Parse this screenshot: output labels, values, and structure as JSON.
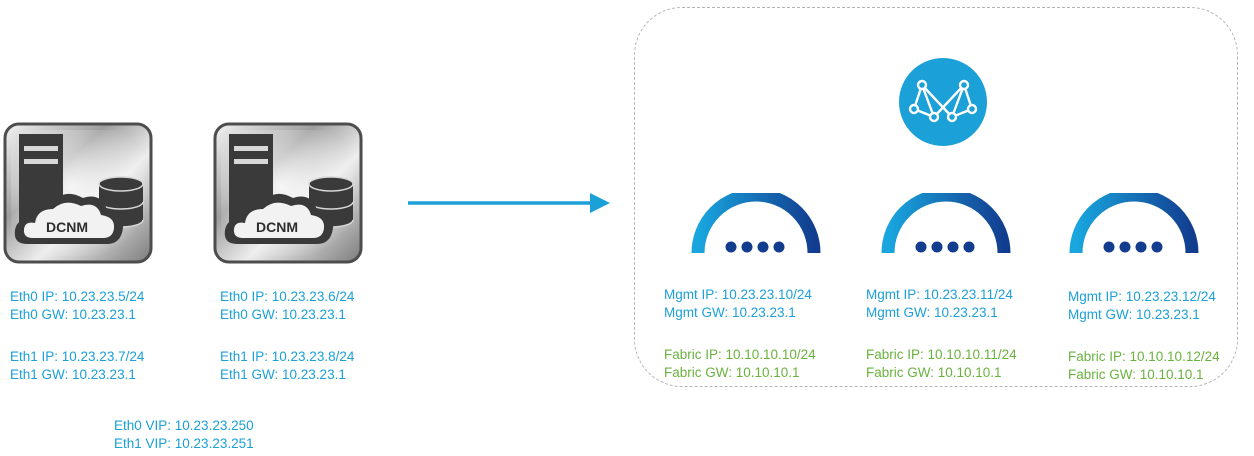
{
  "colors": {
    "accent_blue": "#1ba0d7",
    "fabric_green": "#6ab23e",
    "node_dark": "#123d8f"
  },
  "servers": [
    {
      "label": "DCNM",
      "eth0_ip": "Eth0 IP: 10.23.23.5/24",
      "eth0_gw": "Eth0 GW: 10.23.23.1",
      "eth1_ip": "Eth1 IP: 10.23.23.7/24",
      "eth1_gw": "Eth1 GW: 10.23.23.1"
    },
    {
      "label": "DCNM",
      "eth0_ip": "Eth0 IP: 10.23.23.6/24",
      "eth0_gw": "Eth0 GW: 10.23.23.1",
      "eth1_ip": "Eth1 IP: 10.23.23.8/24",
      "eth1_gw": "Eth1 GW: 10.23.23.1"
    }
  ],
  "vip": {
    "eth0": "Eth0 VIP: 10.23.23.250",
    "eth1": "Eth1 VIP: 10.23.23.251"
  },
  "cluster": {
    "icon": "network-mesh-icon",
    "nodes": [
      {
        "mgmt_ip": "Mgmt IP: 10.23.23.10/24",
        "mgmt_gw": "Mgmt GW: 10.23.23.1",
        "fabric_ip": "Fabric IP: 10.10.10.10/24",
        "fabric_gw": "Fabric GW: 10.10.10.1"
      },
      {
        "mgmt_ip": "Mgmt IP: 10.23.23.11/24",
        "mgmt_gw": "Mgmt GW: 10.23.23.1",
        "fabric_ip": "Fabric IP: 10.10.10.11/24",
        "fabric_gw": "Fabric GW: 10.10.10.1"
      },
      {
        "mgmt_ip": "Mgmt IP: 10.23.23.12/24",
        "mgmt_gw": "Mgmt GW: 10.23.23.1",
        "fabric_ip": "Fabric IP: 10.10.10.12/24",
        "fabric_gw": "Fabric GW: 10.10.10.1"
      }
    ]
  }
}
